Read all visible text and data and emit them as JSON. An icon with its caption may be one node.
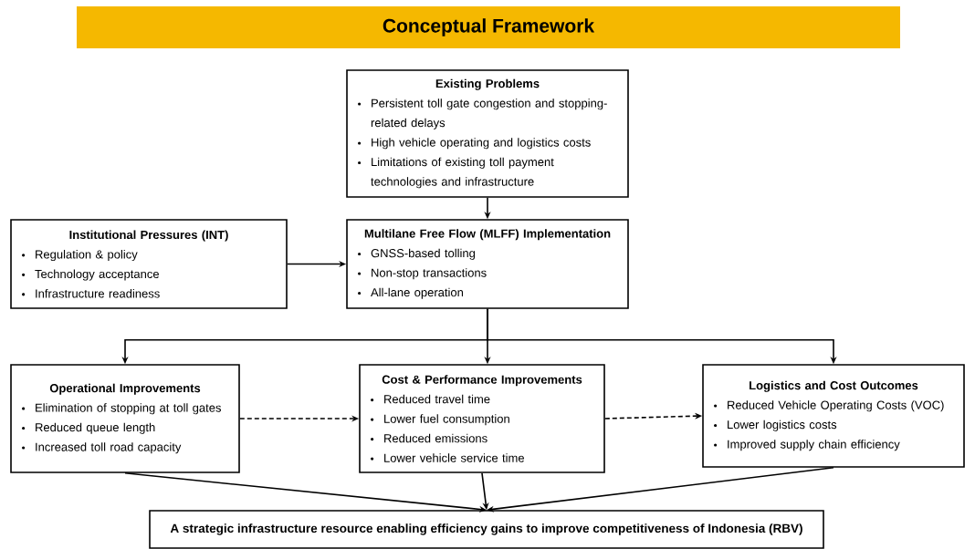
{
  "diagram": {
    "title": "Conceptual Framework",
    "nodes": [
      {
        "text": [
          "Existing Problems",
          "Persistent toll gate congestion and stopping-related delays",
          "High vehicle operating and logistics costs",
          "Limitations of existing toll payment technologies and infrastructure"
        ]
      },
      {
        "text": [
          "Institutional Pressures (INT)",
          "Regulation & policy",
          "Technology acceptance",
          "Infrastructure readiness"
        ]
      },
      {
        "text": [
          "Multilane Free Flow (MLFF) Implementation",
          "GNSS-based tolling",
          "Non-stop transactions",
          "All-lane operation"
        ]
      },
      {
        "text": [
          "Operational Improvements",
          "Elimination of stopping at toll gates",
          "Reduced queue length",
          "Increased toll road capacity"
        ]
      },
      {
        "text": [
          "Cost & Performance Improvements",
          "Reduced travel time",
          "Lower fuel consumption",
          "Reduced emissions",
          "Lower vehicle service time"
        ]
      },
      {
        "text": [
          "Logistics and Cost Outcomes",
          "Reduced Vehicle Operating Costs (VOC)",
          "Lower logistics costs",
          "Improved supply chain efficiency"
        ]
      },
      {
        "text": [
          "A strategic infrastructure resource enabling efficiency gains to improve competitiveness of Indonesia (RBV)"
        ]
      }
    ],
    "edges": [
      {
        "from": 0,
        "to": 2,
        "arrow": "to"
      },
      {
        "from": 1,
        "to": 2,
        "arrow": "to"
      },
      {
        "from": 2,
        "to": 3,
        "arrow": "to"
      },
      {
        "from": 2,
        "to": 4,
        "arrow": "to"
      },
      {
        "from": 2,
        "to": 5,
        "arrow": "to"
      },
      {
        "from": 3,
        "to": 4,
        "arrow": "to",
        "style": "dashed"
      },
      {
        "from": 4,
        "to": 5,
        "arrow": "to",
        "style": "dashed"
      },
      {
        "from": 3,
        "to": 6,
        "arrow": "to"
      },
      {
        "from": 4,
        "to": 6,
        "arrow": "to"
      },
      {
        "from": 5,
        "to": 6,
        "arrow": "to"
      }
    ]
  }
}
